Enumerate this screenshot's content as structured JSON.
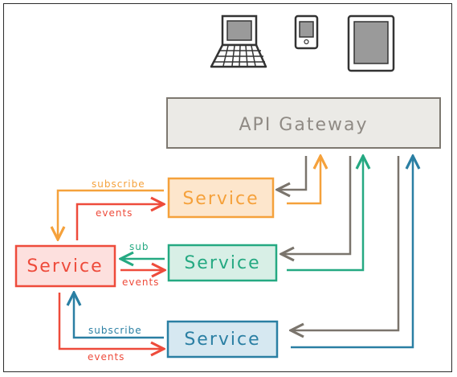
{
  "gateway": {
    "label": "API Gateway"
  },
  "services": {
    "orange": {
      "label": "Service"
    },
    "green": {
      "label": "Service"
    },
    "blue": {
      "label": "Service"
    },
    "red": {
      "label": "Service"
    }
  },
  "arrows": {
    "orange_subscribe": "subscribe",
    "orange_events": "events",
    "green_sub": "sub",
    "green_events": "events",
    "blue_subscribe": "subscribe",
    "blue_events": "events"
  },
  "devices": [
    "laptop-icon",
    "phone-icon",
    "tablet-icon"
  ],
  "colors": {
    "orange": "#f5a13b",
    "green": "#25a982",
    "blue": "#2a7fa3",
    "red": "#ee4b3b",
    "gray": "#7a746c"
  }
}
